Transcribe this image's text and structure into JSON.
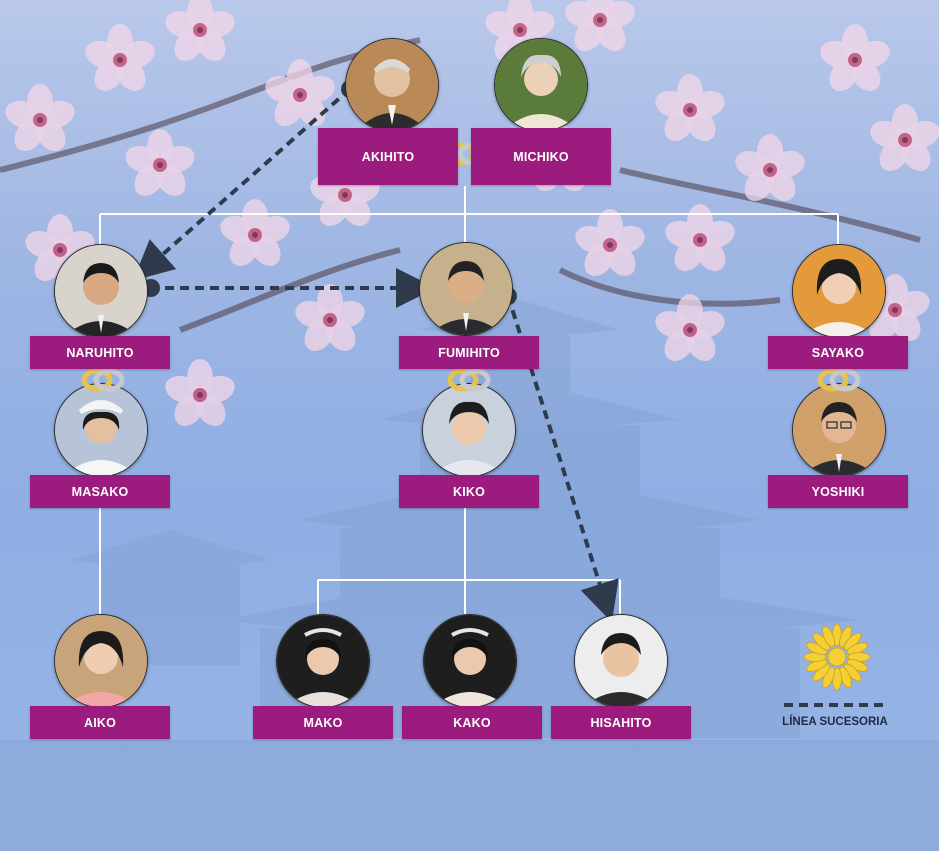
{
  "colors": {
    "label_bg": "#9b1c7e",
    "label_text": "#ffffff",
    "connector_line": "#ffffff",
    "succession_line": "#2f3b4d",
    "ring_gold": "#e8c24a",
    "background_blue": "#8eaee4",
    "blossom_pink": "#f3cde0",
    "chrysanthemum_gold": "#f4cf35"
  },
  "family": {
    "akihito": "AKIHITO",
    "michiko": "MICHIKO",
    "naruhito": "NARUHITO",
    "fumihito": "FUMIHITO",
    "sayako": "SAYAKO",
    "masako": "MASAKO",
    "kiko": "KIKO",
    "yoshiki": "YOSHIKI",
    "aiko": "AIKO",
    "mako": "MAKO",
    "kako": "KAKO",
    "hisahito": "HISAHITO"
  },
  "legend": {
    "succession_label": "LÍNEA SUCESORIA",
    "emblem_icon": "chrysanthemum-icon"
  },
  "icons": {
    "marriage": "wedding-rings-icon",
    "portrait": "portrait-photo"
  }
}
